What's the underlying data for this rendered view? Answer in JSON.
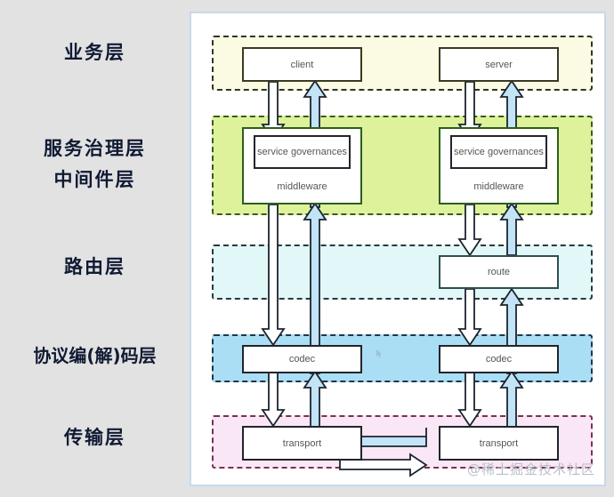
{
  "layer_labels": [
    {
      "id": "business",
      "text": "业务层",
      "sub": ""
    },
    {
      "id": "governance",
      "text": "服务治理层",
      "sub": "中间件层"
    },
    {
      "id": "route",
      "text": "路由层",
      "sub": ""
    },
    {
      "id": "codec",
      "text": "协议编(解)码层",
      "sub": ""
    },
    {
      "id": "transport",
      "text": "传输层",
      "sub": ""
    }
  ],
  "bands": [
    {
      "id": "business",
      "name": "business-layer-band",
      "color": "#fbfbe3"
    },
    {
      "id": "governance",
      "name": "governance-layer-band",
      "color": "#ddf29b"
    },
    {
      "id": "route",
      "name": "route-layer-band",
      "color": "#e2f7f7"
    },
    {
      "id": "codec",
      "name": "codec-layer-band",
      "color": "#aadef5"
    },
    {
      "id": "transport",
      "name": "transport-layer-band",
      "color": "#fae7f5"
    }
  ],
  "nodes": {
    "client": "client",
    "server": "server",
    "service_governances_left": "service governances",
    "middleware_left": "middleware",
    "service_governances_right": "service governances",
    "middleware_right": "middleware",
    "route": "route",
    "codec_left": "codec",
    "codec_right": "codec",
    "transport_left": "transport",
    "transport_right": "transport"
  },
  "colors": {
    "page_background": "#e2e2e2",
    "frame_border": "#c5d9ec",
    "down_arrow_fill": "#ffffff",
    "up_arrow_fill": "#c3e4f7",
    "arrow_stroke": "#1b2430",
    "label_text": "#101a33",
    "node_text": "#555555"
  },
  "watermark": "@稀土掘金技术社区"
}
